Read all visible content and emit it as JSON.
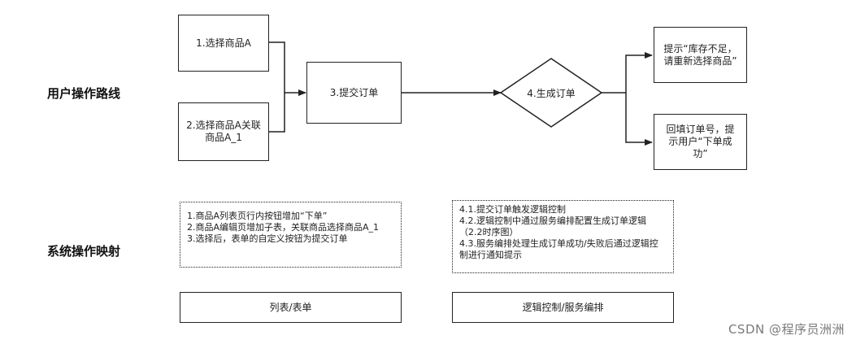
{
  "lanes": {
    "user": "用户操作路线",
    "system": "系统操作映射"
  },
  "user_flow": {
    "step1": "1.选择商品A",
    "step2": "2.选择商品A关联商品A_1",
    "step3": "3.提交订单",
    "step4": "4.生成订单",
    "result_fail": "提示“库存不足，请重新选择商品”",
    "result_success": "回填订单号，提示用户“下单成功”"
  },
  "system_flow": {
    "note_left": "1.商品A列表页行内按钮增加“下单”\n2.商品A编辑页增加子表，关联商品选择商品A_1\n3.选择后，表单的自定义按钮为提交订单",
    "note_right": "4.1.提交订单触发逻辑控制\n4.2.逻辑控制中通过服务编排配置生成订单逻辑（2.2时序图）\n4.3.服务编排处理生成订单成功/失败后通过逻辑控制进行通知提示",
    "module_left": "列表/表单",
    "module_right": "逻辑控制/服务编排"
  },
  "watermark": "CSDN @程序员洲洲"
}
